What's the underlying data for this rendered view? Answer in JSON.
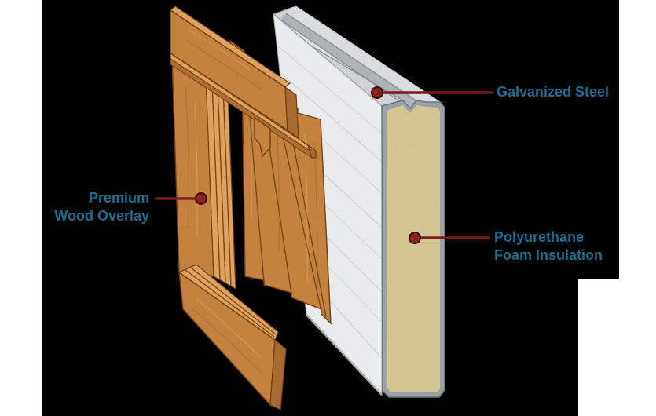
{
  "diagram": {
    "labels": {
      "premium_wood_overlay": {
        "line1": "Premium",
        "line2": "Wood Overlay"
      },
      "galvanized_steel": {
        "text": "Galvanized Steel"
      },
      "polyurethane_foam": {
        "line1": "Polyurethane",
        "line2": "Foam Insulation"
      }
    },
    "colors": {
      "label_text": "#1a6c90",
      "leader_line": "#7a1c1c",
      "leader_dot": "#8b2222",
      "wood_face": "#c5813e",
      "wood_light": "#dfa35f",
      "wood_dark": "#a86a2e",
      "wood_outline": "#6f3f15",
      "steel_face": "#e9ebec",
      "steel_edge": "#9aa1a8",
      "foam": "#d9cc96",
      "background_canvas": "#000000",
      "background_page": "#ffffff"
    }
  }
}
